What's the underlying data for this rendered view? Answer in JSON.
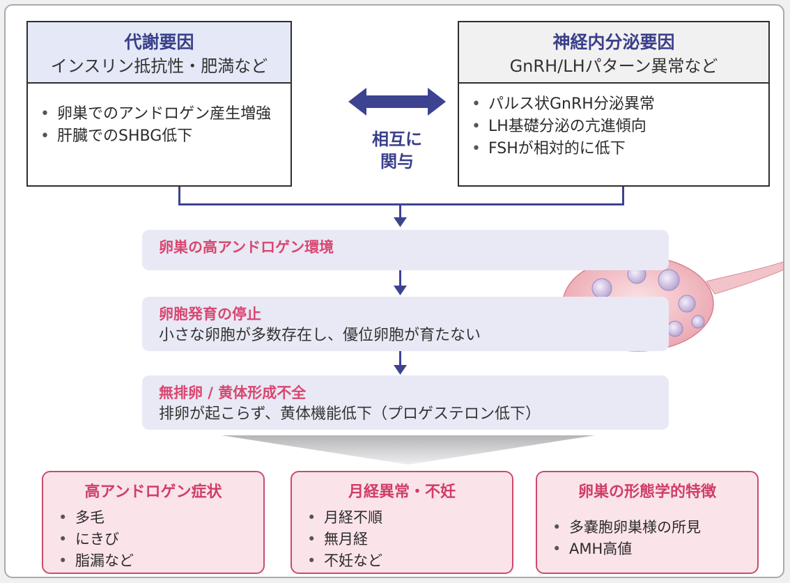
{
  "left_box": {
    "title": "代謝要因",
    "subtitle": "インスリン抵抗性・肥満など",
    "items": [
      "卵巣でのアンドロゲン産生増強",
      "肝臓でのSHBG低下"
    ]
  },
  "right_box": {
    "title": "神経内分泌要因",
    "subtitle": "GnRH/LHパターン異常など",
    "items": [
      "パルス状GnRH分泌異常",
      "LH基礎分泌の亢進傾向",
      "FSHが相対的に低下"
    ]
  },
  "interaction": {
    "line1": "相互に",
    "line2": "関与"
  },
  "flow": [
    {
      "title": "卵巣の高アンドロゲン環境",
      "desc": ""
    },
    {
      "title": "卵胞発育の停止",
      "desc": "小さな卵胞が多数存在し、優位卵胞が育たない"
    },
    {
      "title": "無排卵 / 黄体形成不全",
      "desc": "排卵が起こらず、黄体機能低下（プロゲステロン低下）"
    }
  ],
  "outcomes": [
    {
      "title": "高アンドロゲン症状",
      "items": [
        "多毛",
        "にきび",
        "脂漏など"
      ]
    },
    {
      "title": "月経異常・不妊",
      "items": [
        "月経不順",
        "無月経",
        "不妊など"
      ]
    },
    {
      "title": "卵巣の形態学的特徴",
      "items": [
        "多嚢胞卵巣様の所見",
        "AMH高値"
      ]
    }
  ],
  "colors": {
    "navy": "#3c4391",
    "pink_text": "#d9466f",
    "pink_fill": "#fbe3ea",
    "lavender_fill": "#e8e9f5",
    "left_head_fill": "#e4e8f7"
  },
  "illustration": "ovary-illustration"
}
